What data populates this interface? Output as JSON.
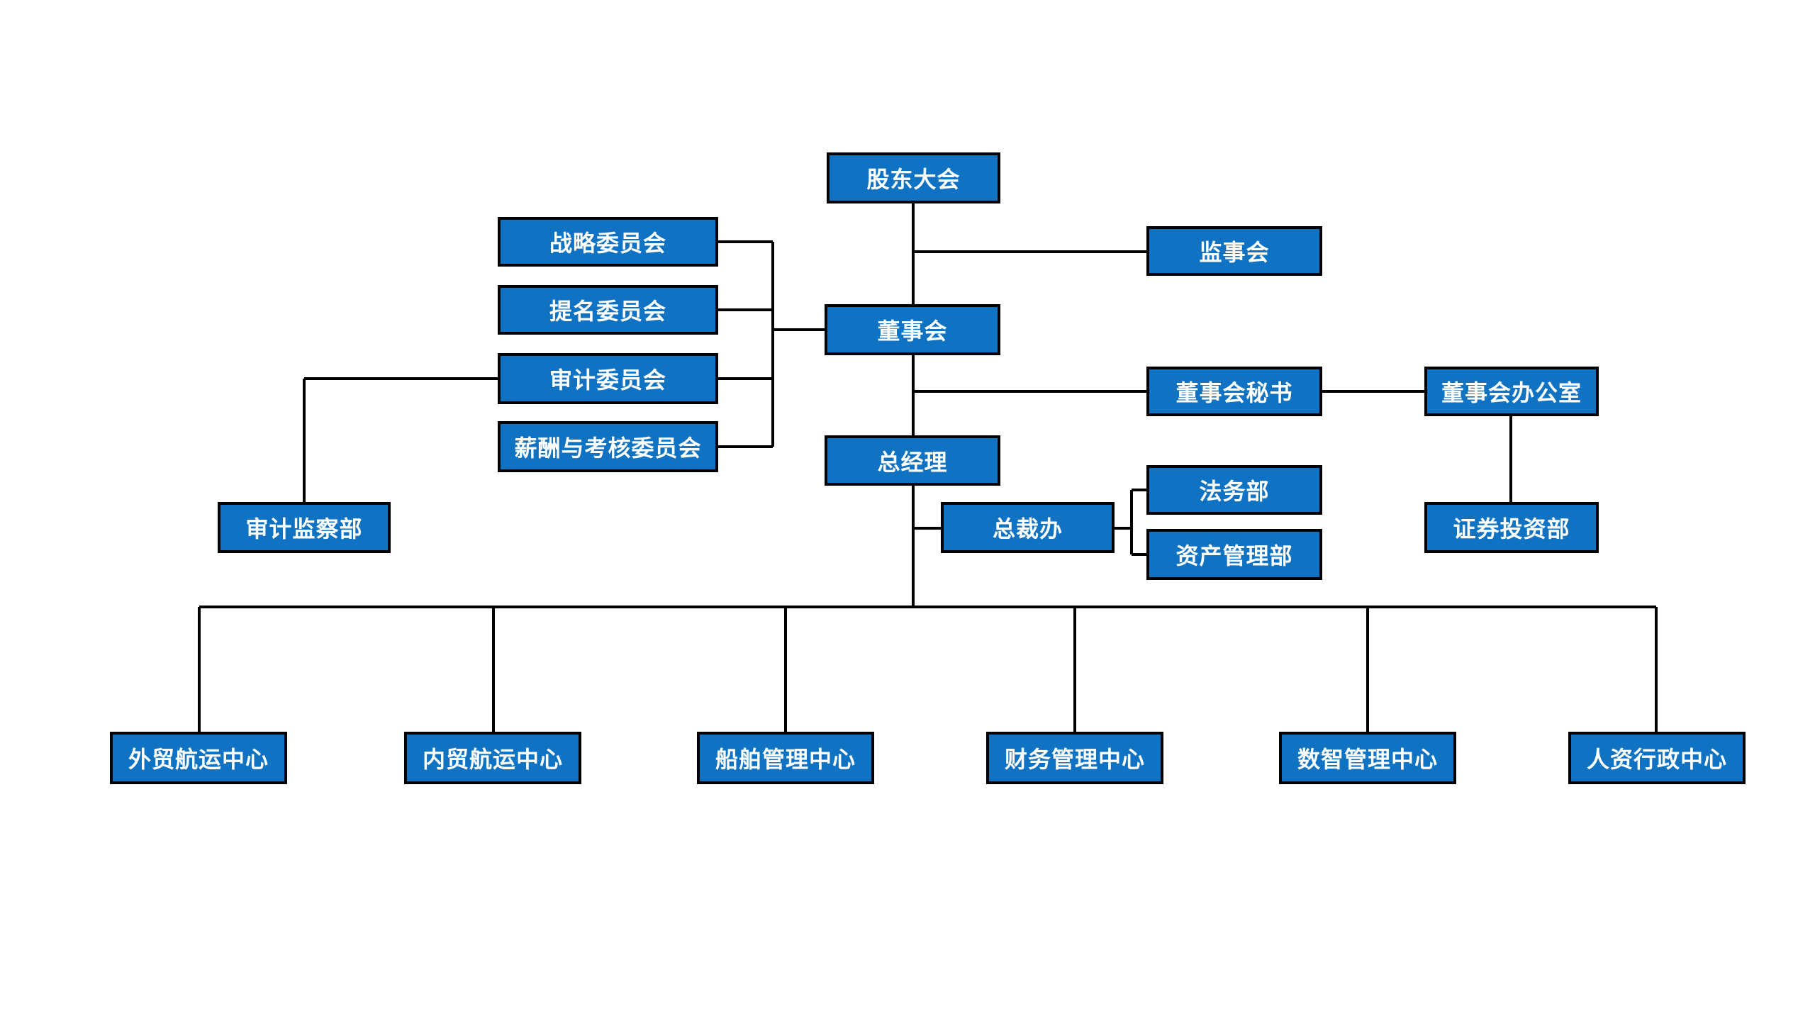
{
  "diagram": {
    "type": "org-chart",
    "background": "#ffffff"
  },
  "colors": {
    "box_fill": "#0F72C2",
    "box_border": "#000000",
    "box_text": "#ffffff",
    "line": "#000000"
  },
  "nodes": {
    "shareholders": {
      "label": "股东大会"
    },
    "strategy_committee": {
      "label": "战略委员会"
    },
    "nomination_committee": {
      "label": "提名委员会"
    },
    "audit_committee": {
      "label": "审计委员会"
    },
    "compensation_committee": {
      "label": "薪酬与考核委员会"
    },
    "board": {
      "label": "董事会"
    },
    "supervisory_board": {
      "label": "监事会"
    },
    "board_secretary": {
      "label": "董事会秘书"
    },
    "board_office": {
      "label": "董事会办公室"
    },
    "general_manager": {
      "label": "总经理"
    },
    "president_office": {
      "label": "总裁办"
    },
    "legal_dept": {
      "label": "法务部"
    },
    "asset_mgmt_dept": {
      "label": "资产管理部"
    },
    "audit_supervision_dept": {
      "label": "审计监察部"
    },
    "securities_dept": {
      "label": "证券投资部"
    },
    "foreign_trade_center": {
      "label": "外贸航运中心"
    },
    "domestic_trade_center": {
      "label": "内贸航运中心"
    },
    "ship_mgmt_center": {
      "label": "船舶管理中心"
    },
    "finance_center": {
      "label": "财务管理中心"
    },
    "digital_center": {
      "label": "数智管理中心"
    },
    "hr_admin_center": {
      "label": "人资行政中心"
    }
  },
  "structure": {
    "shareholders": [
      "board",
      "supervisory_board"
    ],
    "board": [
      "strategy_committee",
      "nomination_committee",
      "audit_committee",
      "compensation_committee",
      "board_secretary",
      "general_manager"
    ],
    "board_secretary": [
      "board_office"
    ],
    "board_office": [
      "securities_dept"
    ],
    "audit_committee": [
      "audit_supervision_dept"
    ],
    "general_manager": [
      "president_office",
      "foreign_trade_center",
      "domestic_trade_center",
      "ship_mgmt_center",
      "finance_center",
      "digital_center",
      "hr_admin_center"
    ],
    "president_office": [
      "legal_dept",
      "asset_mgmt_dept"
    ]
  }
}
